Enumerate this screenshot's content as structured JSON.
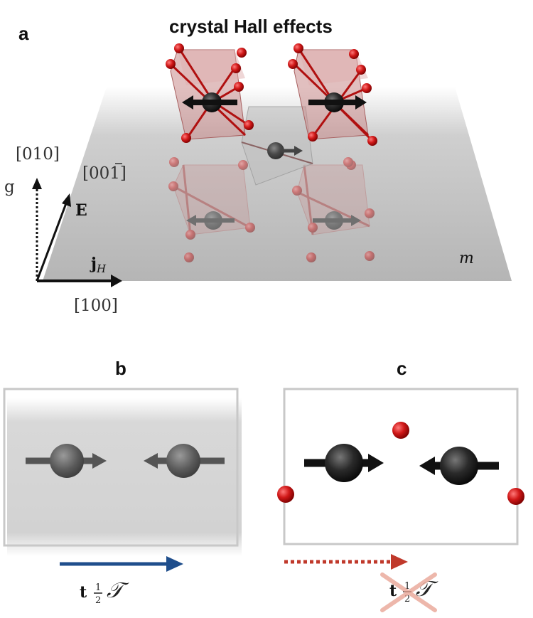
{
  "panels": {
    "a": {
      "letter": "a",
      "title": "crystal Hall effects",
      "axes": {
        "dir_010": "[010]",
        "dir_001bar": "[001]",
        "dir_100": "[100]",
        "g": "g",
        "E": "E",
        "jH_main": "j",
        "jH_sub": "H"
      },
      "plane_label": "m"
    },
    "b": {
      "letter": "b",
      "operator_main": "t",
      "operator_frac_num": "1",
      "operator_frac_den": "2",
      "operator_T": "𝒯",
      "arrow_color": "#1f4e8c"
    },
    "c": {
      "letter": "c",
      "operator_main": "t",
      "operator_frac_num": "1",
      "operator_frac_den": "2",
      "operator_T": "𝒯",
      "arrow_color": "#c0392b",
      "cross_color": "#e8a090"
    }
  },
  "colors": {
    "oxygen": "#cc1111",
    "octahedron": "#c98a8a",
    "plane": "#b9b9b9",
    "atom": "#1a1a1a"
  }
}
